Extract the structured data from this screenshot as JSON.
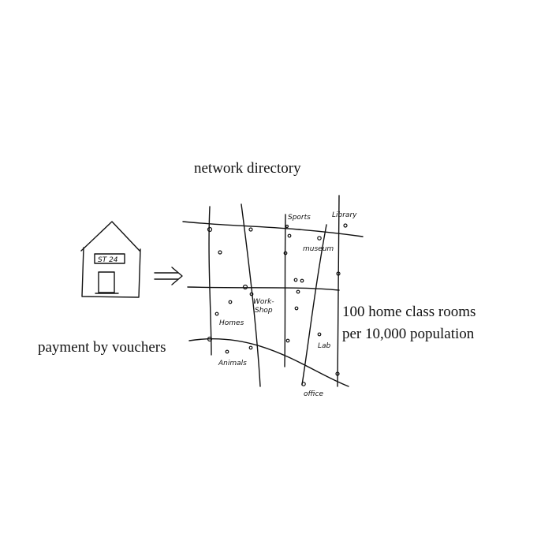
{
  "labels": {
    "network_title": "network directory",
    "home_classrooms_line1": "100 home class rooms",
    "home_classrooms_line2": "per 10,000 population",
    "vouchers": "payment by vouchers"
  },
  "house": {
    "sign": "ST 24"
  },
  "map_places": {
    "sports": "Sports",
    "library": "Library",
    "museum": "museum",
    "workshop_1": "Work-",
    "workshop_2": "Shop",
    "homes": "Homes",
    "lab": "Lab",
    "animals": "Animals",
    "office": "office"
  },
  "colors": {
    "ink": "#111111",
    "background": "#ffffff"
  }
}
